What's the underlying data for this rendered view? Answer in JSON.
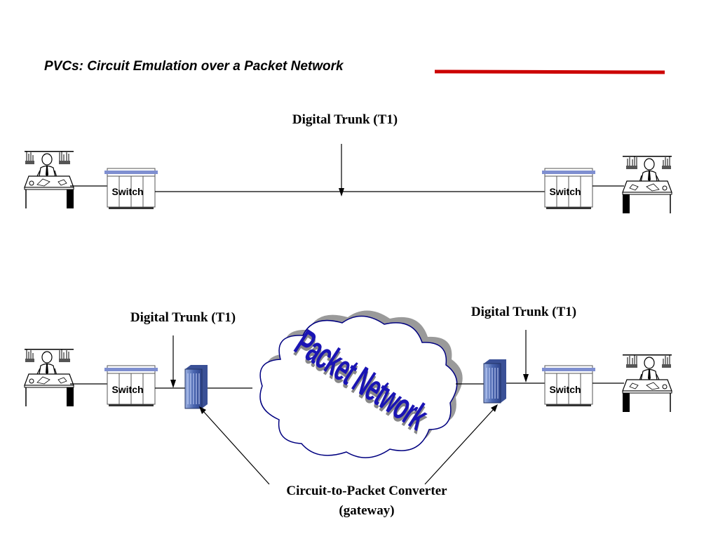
{
  "title": "PVCs: Circuit Emulation over a Packet Network",
  "labels": {
    "top_trunk": "Digital Trunk (T1)",
    "left_trunk": "Digital Trunk (T1)",
    "right_trunk": "Digital Trunk (T1)",
    "converter_line1": "Circuit-to-Packet Converter",
    "converter_line2": "(gateway)"
  },
  "switches": {
    "top_left": "Switch",
    "top_right": "Switch",
    "bottom_left": "Switch",
    "bottom_right": "Switch"
  },
  "cloud": {
    "label": "Packet Network"
  },
  "colors": {
    "title_rule": "#cc0000",
    "switch_bar": "#7f8fd0",
    "cloud_outline": "#000080",
    "cloud_text": "#1a14b4",
    "gateway": "#5577bb"
  },
  "icons": [
    "person-at-desk-icon",
    "switch-icon",
    "gateway-icon",
    "cloud-icon"
  ]
}
